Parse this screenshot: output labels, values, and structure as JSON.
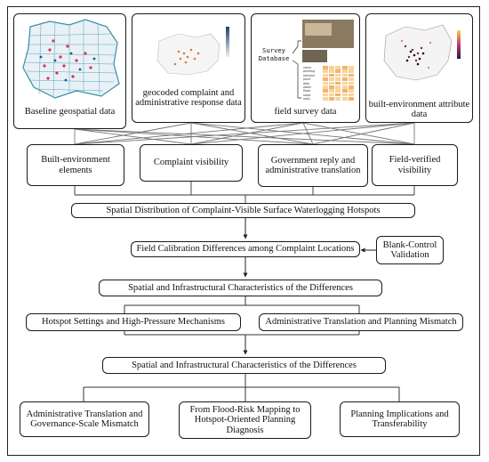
{
  "data_panels": {
    "baseline": "Baseline geospatial data",
    "complaint": "geocoded complaint and administrative response data",
    "field": "field survey data",
    "built_env": "built-environment attribute data",
    "survey_db_line1": "Survey",
    "survey_db_line2": "Database",
    "survey_rows": [
      "name",
      "pending",
      "relevant",
      "point",
      "date",
      "water",
      "flood",
      "slope",
      "reply"
    ]
  },
  "factors": {
    "built_env_elements": "Built-environment elements",
    "complaint_visibility": "Complaint visibility",
    "gov_reply": "Government reply and administrative translation",
    "field_verified": "Field-verified visibility"
  },
  "flow": {
    "spatial_distribution": "Spatial Distribution of Complaint-Visible Surface Waterlogging Hotspots",
    "field_calibration": "Field Calibration Differences among Complaint Locations",
    "blank_control": "Blank-Control Validation",
    "characteristics_1": "Spatial and Infrastructural Characteristics of the Differences",
    "hotspot_settings": "Hotspot Settings and High-Pressure Mechanisms",
    "admin_translation_mismatch": "Administrative Translation and Planning Mismatch",
    "characteristics_2": "Spatial and Infrastructural Characteristics of the Differences"
  },
  "outcomes": {
    "governance": "Administrative Translation and Governance-Scale Mismatch",
    "flood_risk": "From Flood-Risk Mapping to Hotspot-Oriented Planning Diagnosis",
    "implications": "Planning Implications and Transferability"
  }
}
